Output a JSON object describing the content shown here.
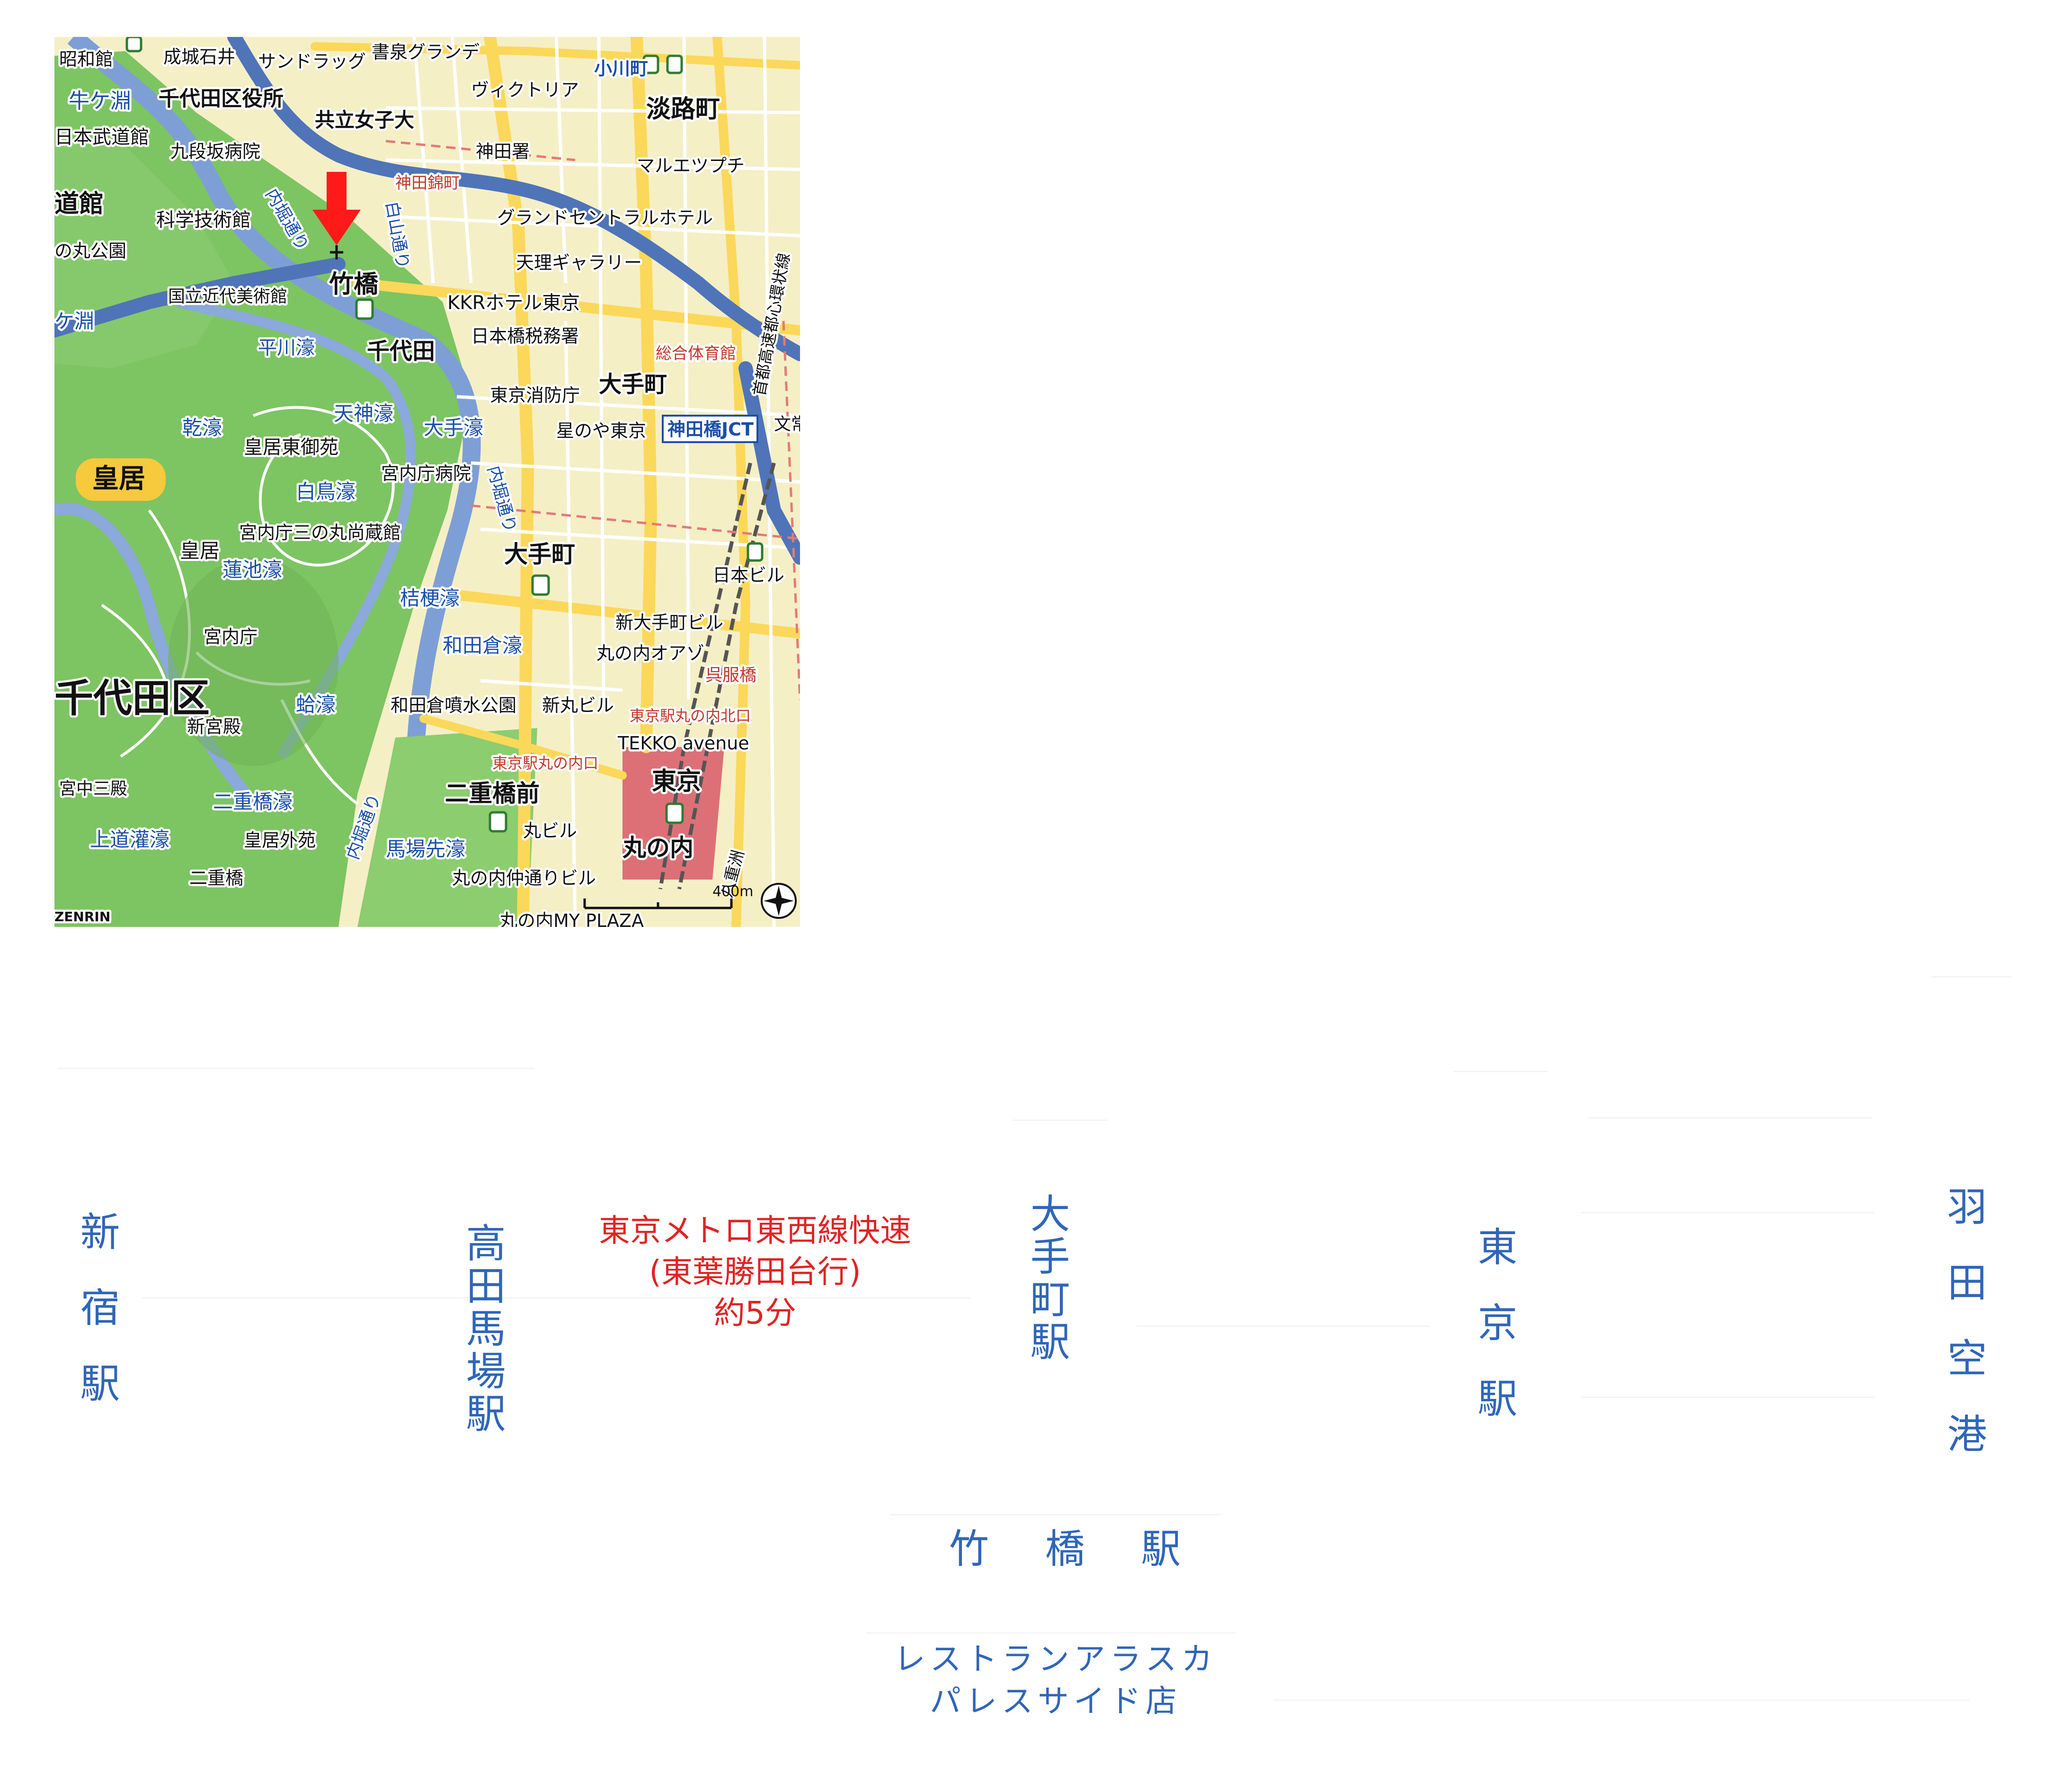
{
  "map": {
    "credit": "ZENRIN",
    "scale_label": "400m",
    "labels": {
      "showa": "昭和館",
      "seijo": "成城石井",
      "sundrug": "サンドラッグ",
      "shosen": "書泉グランデ",
      "ogawamachi": "小川町",
      "ogawamachi_top": "小川町",
      "victoria": "ヴィクトリア",
      "awajicho": "淡路町",
      "ushigafuchi": "牛ケ淵",
      "chiyoda_office": "千代田区役所",
      "kyoritsu": "共立女子大",
      "budokan": "日本武道館",
      "kudanzaka": "九段坂病院",
      "kandasho": "神田署",
      "maruetsu": "マルエツプチ",
      "budokan2": "道館",
      "kagaku": "科学技術館",
      "kanda_nishiki": "神田錦町",
      "grand_central": "グランドセントラルホテル",
      "kitanomaru": "の丸公園",
      "uchibori": "内堀通り",
      "hakusan": "白山通り",
      "tenri": "天理ギャラリー",
      "takebashi": "竹橋",
      "kkr": "KKRホテル東京",
      "kokuritsu": "国立近代美術館",
      "nihonbashi_zeimusho": "日本橋税務署",
      "sogo_taiikukan": "総合体育館",
      "chidorigafuchi": "ケ淵",
      "hirakawa": "平川濠",
      "chiyoda": "千代田",
      "tokyo_shobocho": "東京消防庁",
      "otemachi_top": "大手町",
      "yamate": "首都高速都心環状線",
      "inui": "乾濠",
      "tenjin": "天神濠",
      "kokyo_higashi": "皇居東御苑",
      "otebori": "大手濠",
      "hoshinoya": "星のや東京",
      "kandabashi_jct": "神田橋JCT",
      "kokyo": "皇居",
      "kunaicho_byoin": "宮内庁病院",
      "hakucho": "白鳥濠",
      "kunaicho_sannomaru": "宮内庁三の丸尚蔵館",
      "otemachi": "大手町",
      "gorin": "皇居",
      "hasuike": "蓮池濠",
      "nihonbiru": "日本ビル",
      "kikyo": "桔梗濠",
      "shin_otemachi": "新大手町ビル",
      "kunaicho": "宮内庁",
      "wadakura": "和田倉濠",
      "marunouchi_oazo": "丸の内オアゾ",
      "gofukubashi": "呉服橋",
      "chiyoda_ku": "千代田区",
      "hasuike2": "蛤濠",
      "wadakura_park": "和田倉噴水公園",
      "shinmaru": "新丸ビル",
      "tokyo_kita": "東京駅丸の内北口",
      "shinkyuden": "新宮殿",
      "tekko": "TEKKO avenue",
      "tokyo_minami": "東京駅丸の内口",
      "kyuchu": "宮中三殿",
      "nijubashi": "二重橋濠",
      "nijubashimae": "二重橋前",
      "tokyo": "東京",
      "kokyo_gaien": "皇居外苑",
      "marubiru": "丸ビル",
      "marunouchi": "丸の内",
      "jodokan": "上道灌濠",
      "babasaki": "馬場先濠",
      "nijubashi2": "二重橋",
      "marunouchi_naka": "丸の内仲通りビル",
      "marunouchi_mypl": "丸の内MY PLAZA",
      "yaesu": "八重洲",
      "sanosuke": "文常盤"
    }
  },
  "route": {
    "shinjuku": "新宿駅",
    "takadanobaba": "高田馬場駅",
    "tozai": "東京メトロ東西線快速\n(東葉勝田台行)\n約5分",
    "otemachi": "大手町駅",
    "tokyo": "東京駅",
    "haneda": "羽田空港",
    "takebashi": "竹 橋 駅",
    "restaurant": "レストランアラスカ\nパレスサイド店"
  }
}
